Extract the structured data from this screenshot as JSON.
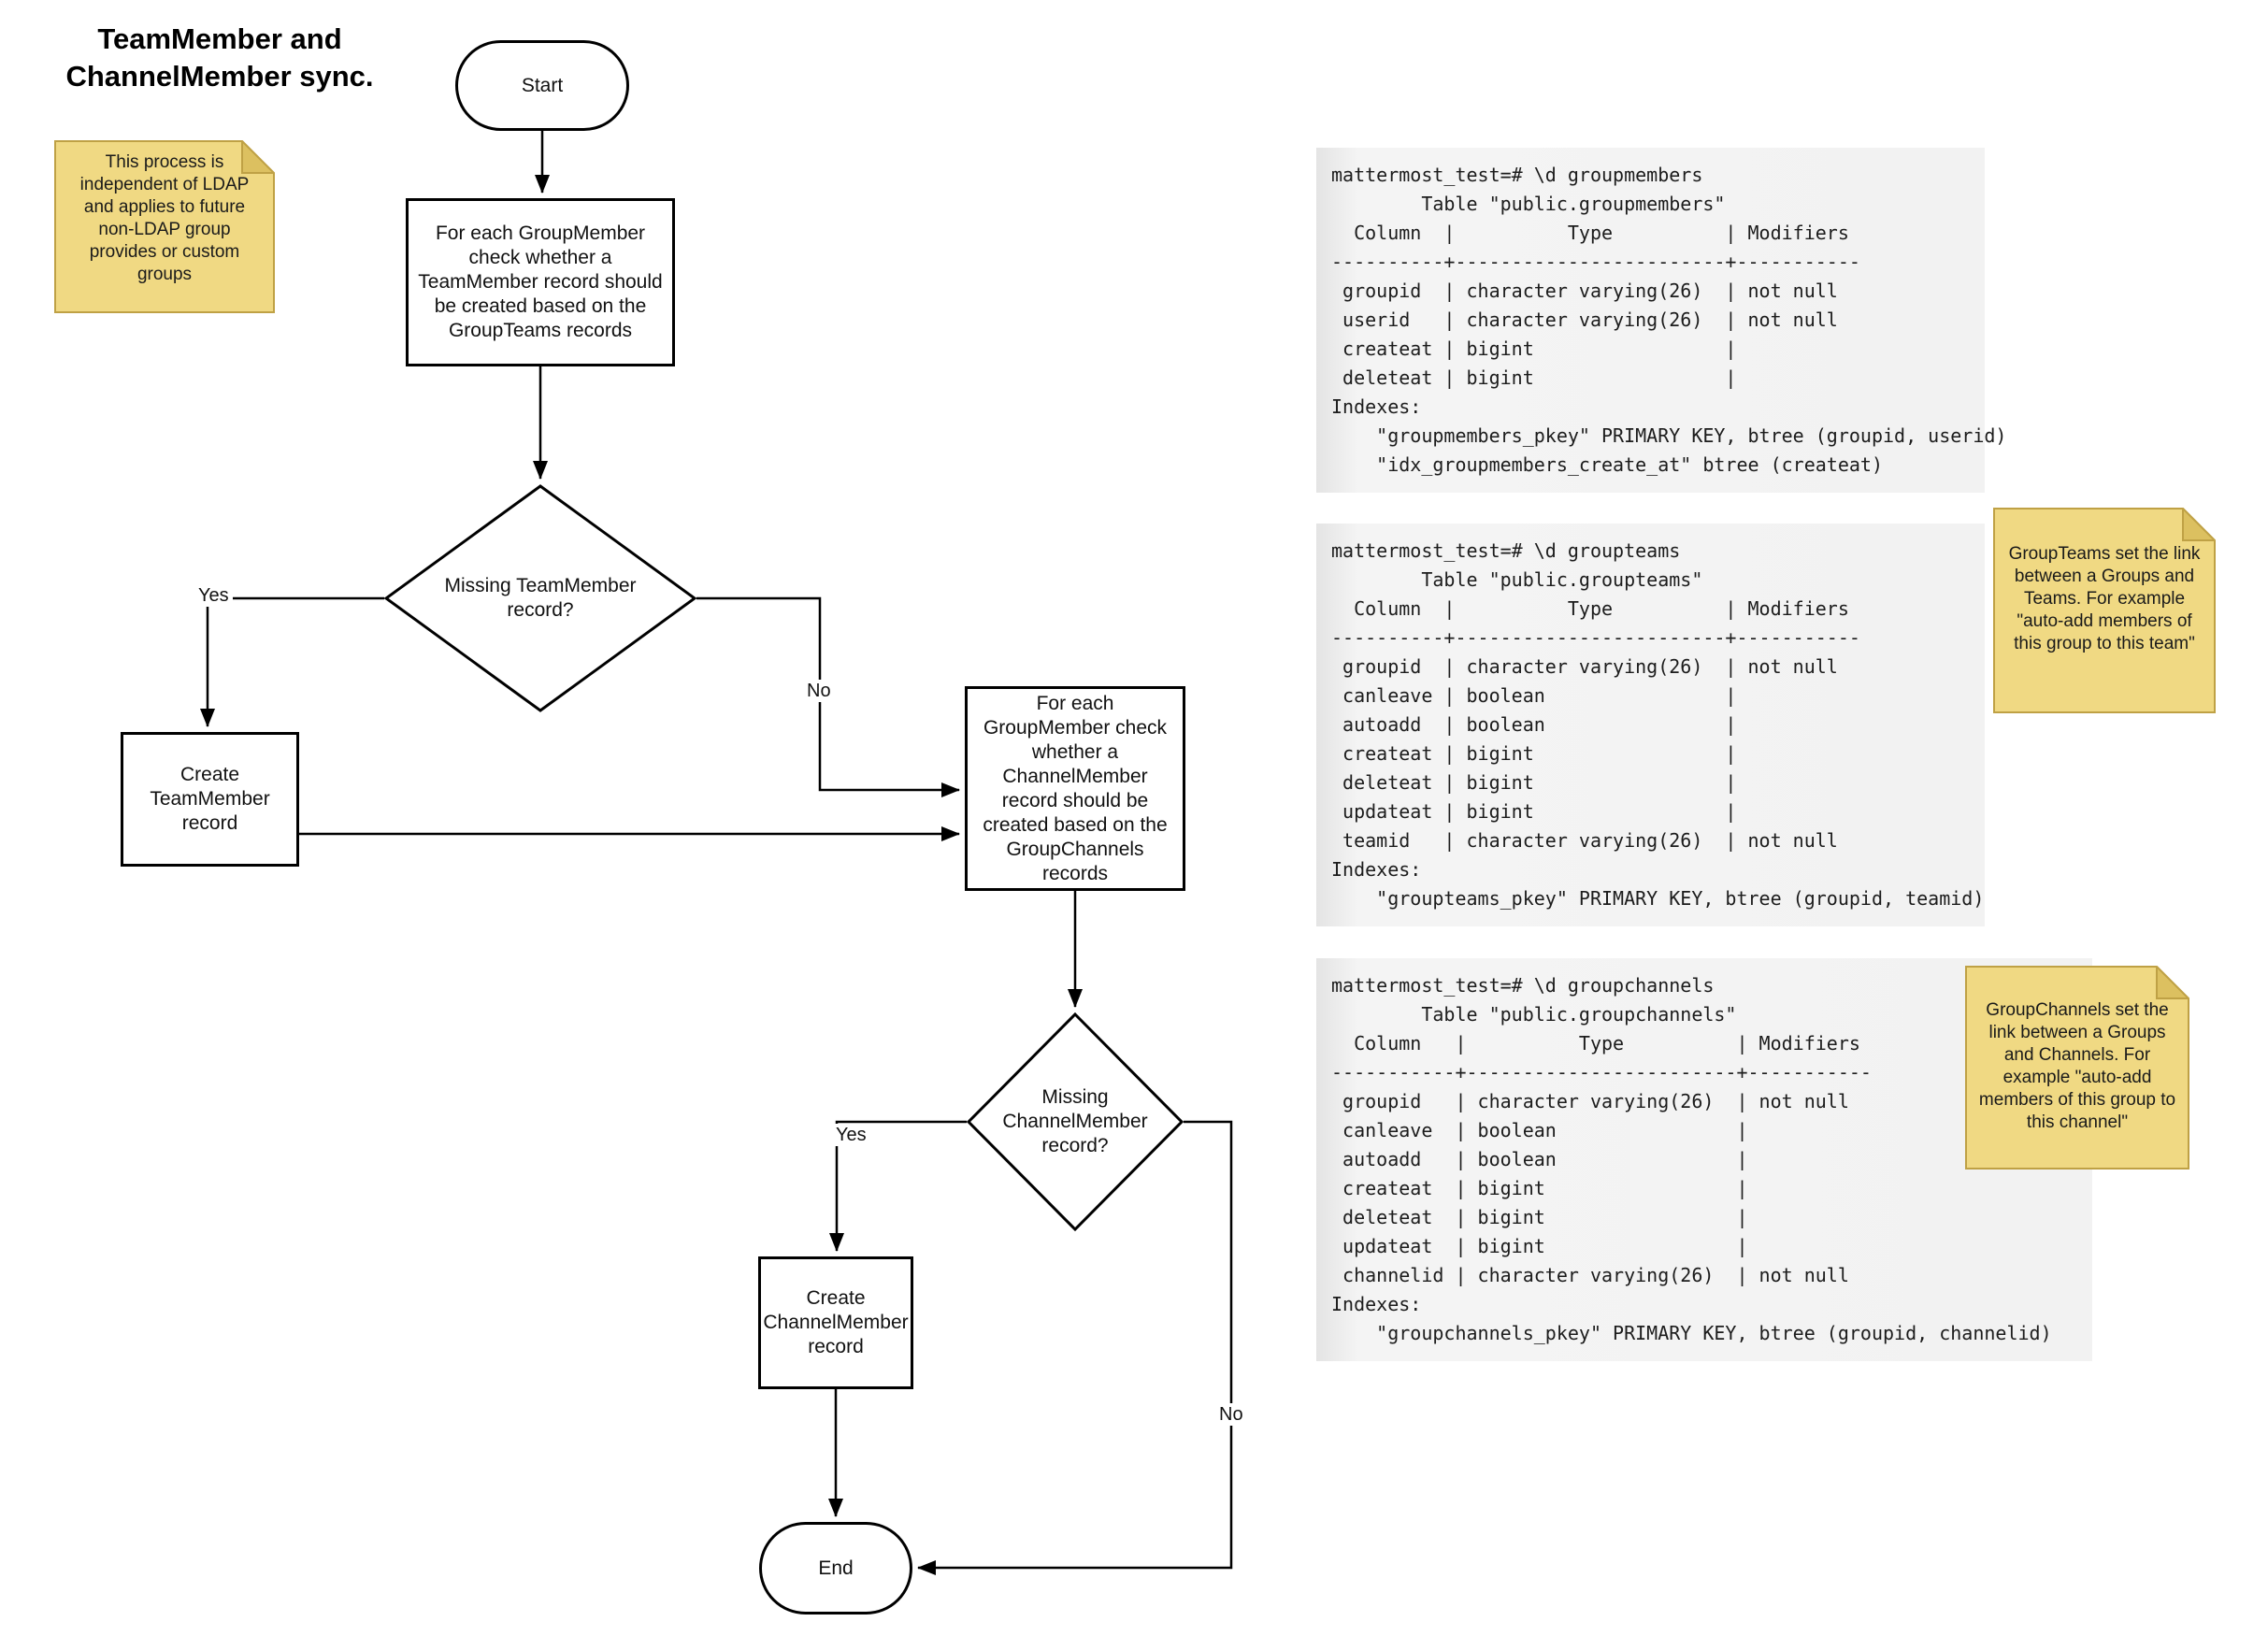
{
  "title": {
    "text": "TeamMember and\nChannelMember sync."
  },
  "colors": {
    "note_fill": "#f0d983",
    "note_border": "#bfa145",
    "note_fold": "#dcc060",
    "stroke": "#000000",
    "code_bg": "#f0f0f0"
  },
  "flow": {
    "start": "Start",
    "process1": "For each GroupMember check whether a TeamMember record should be created based on the GroupTeams records",
    "decision1": "Missing TeamMember record?",
    "create_team": "Create TeamMember record",
    "process2": "For each GroupMember check whether a ChannelMember record should be created based on the GroupChannels records",
    "decision2": "Missing ChannelMember record?",
    "create_channel": "Create ChannelMember record",
    "end": "End",
    "labels": {
      "yes1": "Yes",
      "no1": "No",
      "yes2": "Yes",
      "no2": "No"
    }
  },
  "notes": {
    "ldap": "This process is independent of LDAP and applies to future non-LDAP group provides or custom groups",
    "groupteams": "GroupTeams set the link between a Groups and Teams. For example \"auto-add members of this group to this team\"",
    "groupchannels": "GroupChannels set the link between a Groups and Channels. For example \"auto-add members of this group to this channel\""
  },
  "code_blocks": {
    "groupmembers": [
      "mattermost_test=# \\d groupmembers",
      "        Table \"public.groupmembers\"",
      "  Column  |          Type          | Modifiers",
      "----------+------------------------+-----------",
      " groupid  | character varying(26)  | not null",
      " userid   | character varying(26)  | not null",
      " createat | bigint                 |",
      " deleteat | bigint                 |",
      "Indexes:",
      "    \"groupmembers_pkey\" PRIMARY KEY, btree (groupid, userid)",
      "    \"idx_groupmembers_create_at\" btree (createat)"
    ],
    "groupteams": [
      "mattermost_test=# \\d groupteams",
      "        Table \"public.groupteams\"",
      "  Column  |          Type          | Modifiers",
      "----------+------------------------+-----------",
      " groupid  | character varying(26)  | not null",
      " canleave | boolean                |",
      " autoadd  | boolean                |",
      " createat | bigint                 |",
      " deleteat | bigint                 |",
      " updateat | bigint                 |",
      " teamid   | character varying(26)  | not null",
      "Indexes:",
      "    \"groupteams_pkey\" PRIMARY KEY, btree (groupid, teamid)"
    ],
    "groupchannels": [
      "mattermost_test=# \\d groupchannels",
      "        Table \"public.groupchannels\"",
      "  Column   |          Type          | Modifiers",
      "-----------+------------------------+-----------",
      " groupid   | character varying(26)  | not null",
      " canleave  | boolean                |",
      " autoadd   | boolean                |",
      " createat  | bigint                 |",
      " deleteat  | bigint                 |",
      " updateat  | bigint                 |",
      " channelid | character varying(26)  | not null",
      "Indexes:",
      "    \"groupchannels_pkey\" PRIMARY KEY, btree (groupid, channelid)"
    ]
  }
}
